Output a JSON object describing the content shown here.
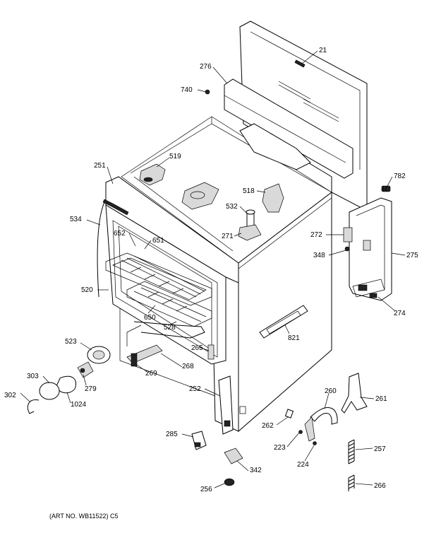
{
  "callouts": [
    "21",
    "276",
    "740",
    "519",
    "251",
    "782",
    "518",
    "532",
    "534",
    "652",
    "651",
    "271",
    "272",
    "348",
    "275",
    "520",
    "650",
    "528",
    "821",
    "274",
    "523",
    "265",
    "303",
    "279",
    "268",
    "269",
    "302",
    "1024",
    "252",
    "260",
    "261",
    "262",
    "285",
    "223",
    "224",
    "257",
    "342",
    "256",
    "266"
  ],
  "art_number": "(ART NO. WB11522) C5"
}
